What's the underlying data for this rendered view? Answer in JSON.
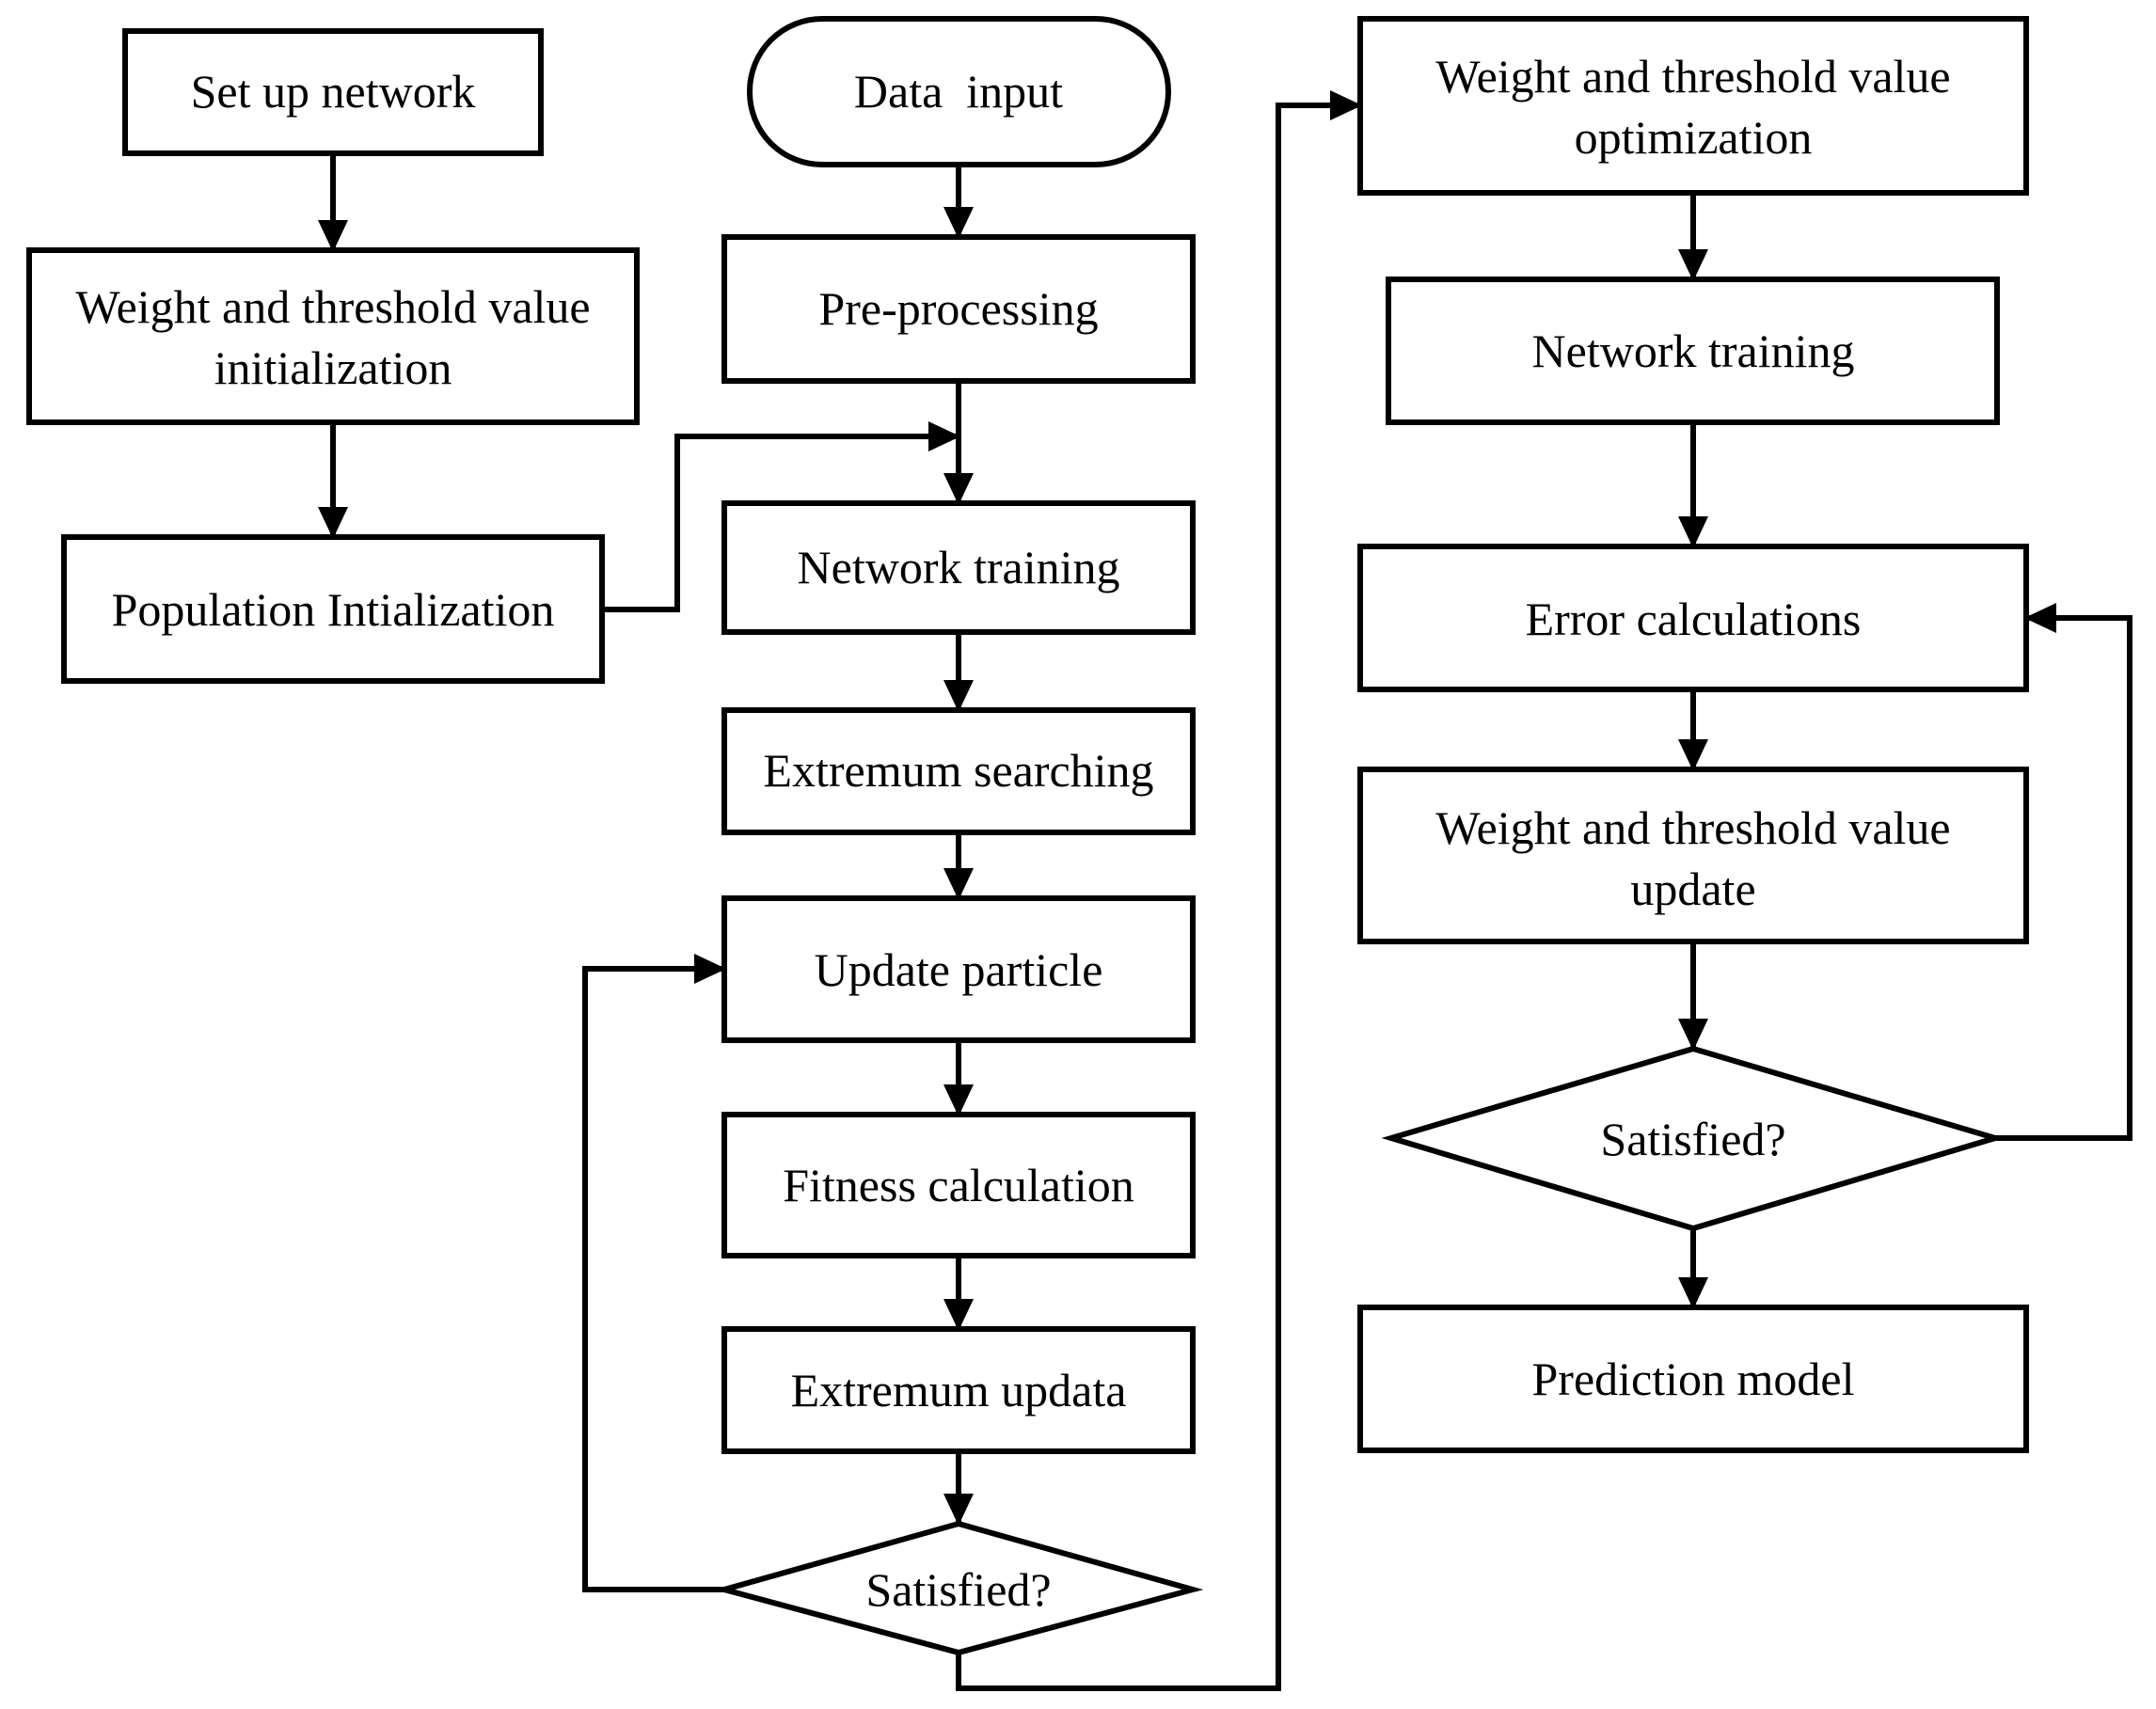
{
  "diagram": {
    "type": "flowchart",
    "nodes": {
      "set_up_network": {
        "lines": [
          "Set up network"
        ]
      },
      "weight_init": {
        "lines": [
          "Weight and threshold value",
          "initialization"
        ]
      },
      "population_init": {
        "lines": [
          "Population Intialization"
        ]
      },
      "data_input": {
        "lines": [
          "Data  input"
        ]
      },
      "pre_processing": {
        "lines": [
          "Pre-processing"
        ]
      },
      "network_training_1": {
        "lines": [
          "Network training"
        ]
      },
      "extremum_searching": {
        "lines": [
          "Extremum searching"
        ]
      },
      "update_particle": {
        "lines": [
          "Update particle"
        ]
      },
      "fitness_calculation": {
        "lines": [
          "Fitness calculation"
        ]
      },
      "extremum_updata": {
        "lines": [
          "Extremum updata"
        ]
      },
      "satisfied_1": {
        "lines": [
          "Satisfied?"
        ]
      },
      "weight_optimization": {
        "lines": [
          "Weight and threshold value",
          "optimization"
        ]
      },
      "network_training_2": {
        "lines": [
          "Network training"
        ]
      },
      "error_calculations": {
        "lines": [
          "Error calculations"
        ]
      },
      "weight_update": {
        "lines": [
          "Weight and threshold value",
          "update"
        ]
      },
      "satisfied_2": {
        "lines": [
          "Satisfied?"
        ]
      },
      "prediction_model": {
        "lines": [
          "Prediction model"
        ]
      }
    },
    "edges": [
      {
        "from": "set_up_network",
        "to": "weight_init"
      },
      {
        "from": "weight_init",
        "to": "population_init"
      },
      {
        "from": "population_init",
        "to": "network_training_1"
      },
      {
        "from": "data_input",
        "to": "pre_processing"
      },
      {
        "from": "pre_processing",
        "to": "network_training_1"
      },
      {
        "from": "network_training_1",
        "to": "extremum_searching"
      },
      {
        "from": "extremum_searching",
        "to": "update_particle"
      },
      {
        "from": "update_particle",
        "to": "fitness_calculation"
      },
      {
        "from": "fitness_calculation",
        "to": "extremum_updata"
      },
      {
        "from": "extremum_updata",
        "to": "satisfied_1"
      },
      {
        "from": "satisfied_1",
        "to": "update_particle"
      },
      {
        "from": "satisfied_1",
        "to": "weight_optimization"
      },
      {
        "from": "weight_optimization",
        "to": "network_training_2"
      },
      {
        "from": "network_training_2",
        "to": "error_calculations"
      },
      {
        "from": "error_calculations",
        "to": "weight_update"
      },
      {
        "from": "weight_update",
        "to": "satisfied_2"
      },
      {
        "from": "satisfied_2",
        "to": "error_calculations"
      },
      {
        "from": "satisfied_2",
        "to": "prediction_model"
      }
    ]
  }
}
